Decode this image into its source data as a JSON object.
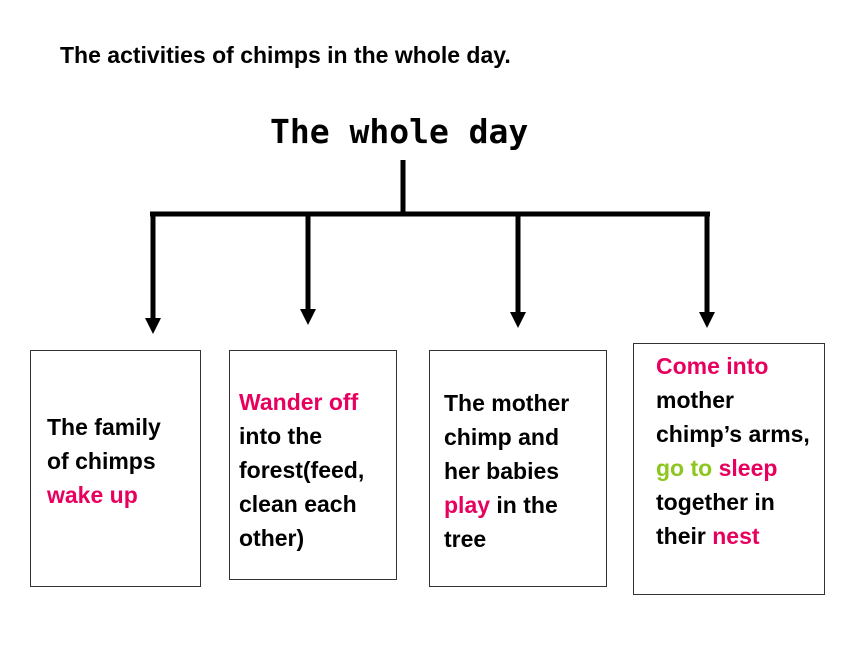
{
  "heading": "The activities of chimps in the whole day.",
  "root": "The whole day",
  "colors": {
    "pink": "#e8005e",
    "green": "#8cc61e",
    "line": "#000000"
  },
  "boxes": [
    {
      "id": "box-1",
      "lines": [
        [
          {
            "text": "The family"
          }
        ],
        [
          {
            "text": "of chimps"
          }
        ],
        [
          {
            "text": "wake up",
            "color": "pink"
          }
        ]
      ]
    },
    {
      "id": "box-2",
      "lines": [
        [
          {
            "text": "Wander off",
            "color": "pink"
          }
        ],
        [
          {
            "text": "into the"
          }
        ],
        [
          {
            "text": "forest(feed,"
          }
        ],
        [
          {
            "text": "clean each"
          }
        ],
        [
          {
            "text": "other)"
          }
        ]
      ]
    },
    {
      "id": "box-3",
      "lines": [
        [
          {
            "text": "The mother"
          }
        ],
        [
          {
            "text": "chimp and"
          }
        ],
        [
          {
            "text": "her babies"
          }
        ],
        [
          {
            "text": "play",
            "color": "pink"
          },
          {
            "text": " in the"
          }
        ],
        [
          {
            "text": "tree"
          }
        ]
      ]
    },
    {
      "id": "box-4",
      "lines": [
        [
          {
            "text": "Come into",
            "color": "pink"
          }
        ],
        [
          {
            "text": "mother"
          }
        ],
        [
          {
            "text": "chimp’s arms,"
          }
        ],
        [
          {
            "text": "go to",
            "color": "green"
          },
          {
            "text": " "
          },
          {
            "text": "sleep",
            "color": "pink"
          }
        ],
        [
          {
            "text": "together in"
          }
        ],
        [
          {
            "text": "their "
          },
          {
            "text": "nest",
            "color": "pink"
          }
        ]
      ]
    }
  ]
}
